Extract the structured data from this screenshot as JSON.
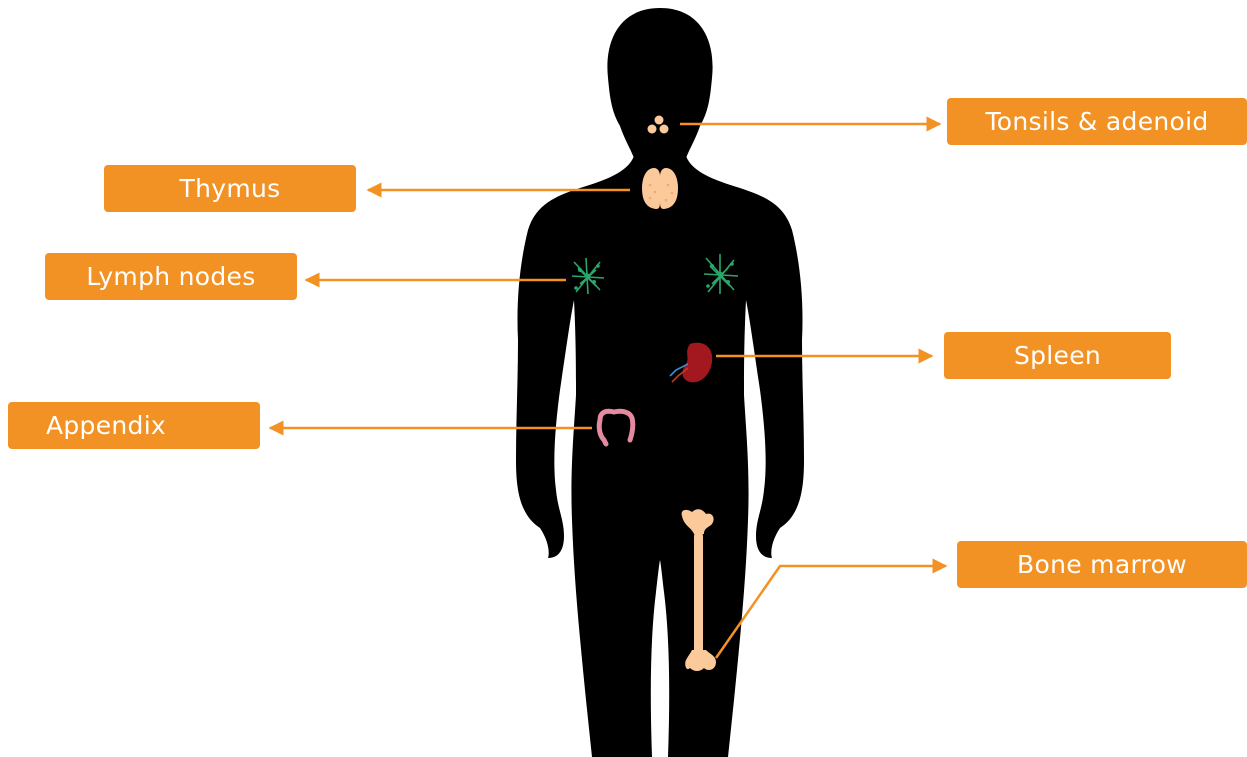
{
  "labels": {
    "tonsils": "Tonsils & adenoid",
    "thymus": "Thymus",
    "lymph_nodes": "Lymph nodes",
    "spleen": "Spleen",
    "appendix": "Appendix",
    "bone_marrow": "Bone marrow"
  },
  "colors": {
    "label_background": "#f39224",
    "label_text": "#ffffff",
    "silhouette": "#000000",
    "connector": "#f39224",
    "tonsils_thymus_bone": "#fbc99a",
    "lymph_nodes": "#2aa86a",
    "spleen": "#a3181e",
    "appendix": "#e58aa0"
  },
  "icons": {
    "body": "human-silhouette",
    "tonsils": "tonsils-icon",
    "thymus": "thymus-icon",
    "lymph_nodes": "lymph-node-icon",
    "spleen": "spleen-icon",
    "appendix": "intestine-icon",
    "bone_marrow": "femur-bone-icon"
  }
}
